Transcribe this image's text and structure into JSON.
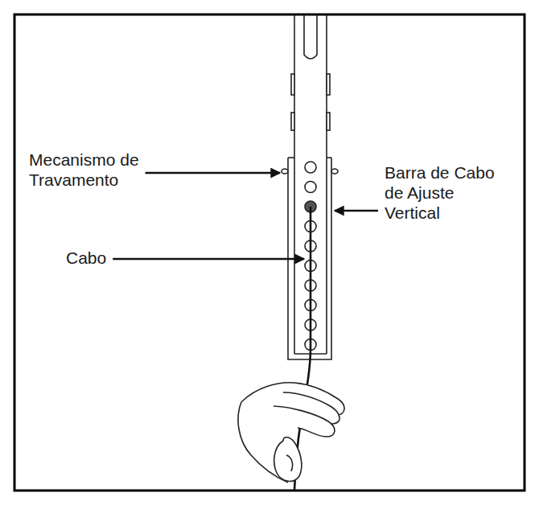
{
  "diagram": {
    "labels": [
      "Mecanismo de Travamento",
      "Cabo",
      "Barra de Cabo de Ajuste Vertical"
    ]
  }
}
